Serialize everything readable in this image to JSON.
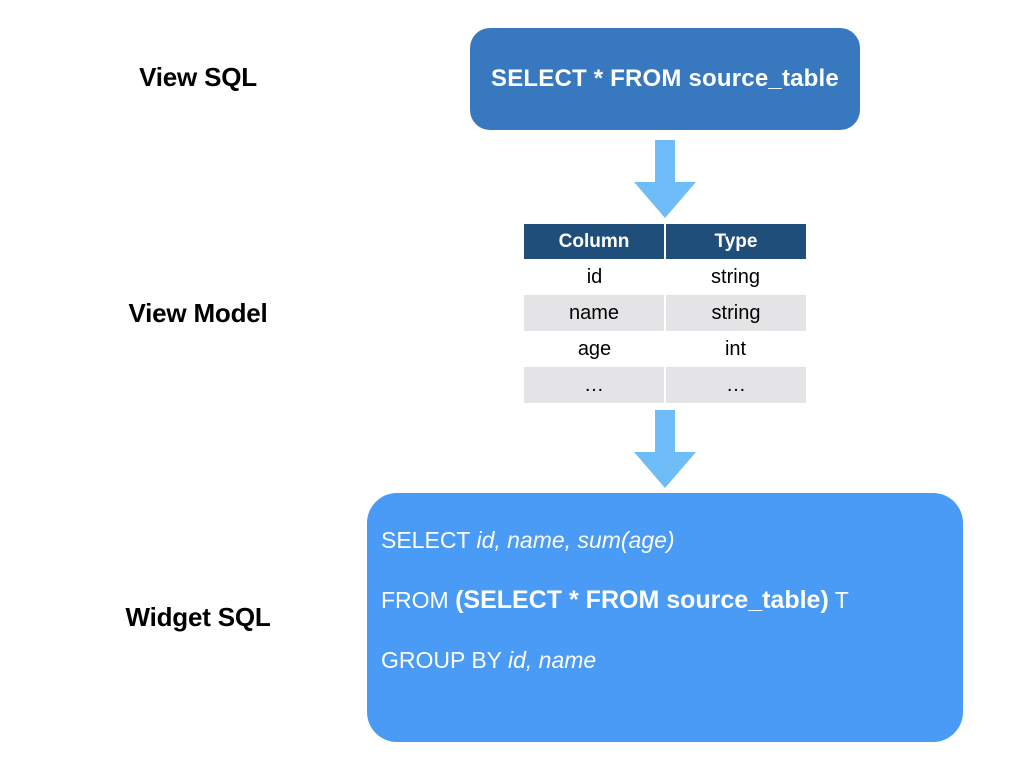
{
  "labels": {
    "view_sql": "View SQL",
    "view_model": "View Model",
    "widget_sql": "Widget SQL"
  },
  "view_sql_box": {
    "text": "SELECT * FROM source_table",
    "fill_color": "#3778bf",
    "text_color": "#ffffff"
  },
  "arrows": {
    "top": {
      "icon": "arrow-down-icon",
      "color": "#6fbdf8"
    },
    "bottom": {
      "icon": "arrow-down-icon",
      "color": "#6fbdf8"
    }
  },
  "view_model_table": {
    "header_fill": "#204e7a",
    "header_text_color": "#ffffff",
    "alt_row_fill": "#e4e4e6",
    "headers": [
      "Column",
      "Type"
    ],
    "rows": [
      [
        "id",
        "string"
      ],
      [
        "name",
        "string"
      ],
      [
        "age",
        "int"
      ],
      [
        "…",
        "…"
      ]
    ]
  },
  "widget_sql_box": {
    "fill_color": "#4a9bf5",
    "text_color": "#ffffff",
    "lines": [
      {
        "parts": [
          {
            "text": "SELECT ",
            "style": "plain"
          },
          {
            "text": "id, name, sum(age)",
            "style": "italic"
          }
        ]
      },
      {
        "parts": [
          {
            "text": "FROM ",
            "style": "plain"
          },
          {
            "text": "(SELECT * FROM source_table)",
            "style": "bold"
          },
          {
            "text": " T",
            "style": "plain"
          }
        ]
      },
      {
        "parts": [
          {
            "text": "GROUP BY ",
            "style": "plain"
          },
          {
            "text": "id, name",
            "style": "italic"
          }
        ]
      }
    ]
  }
}
